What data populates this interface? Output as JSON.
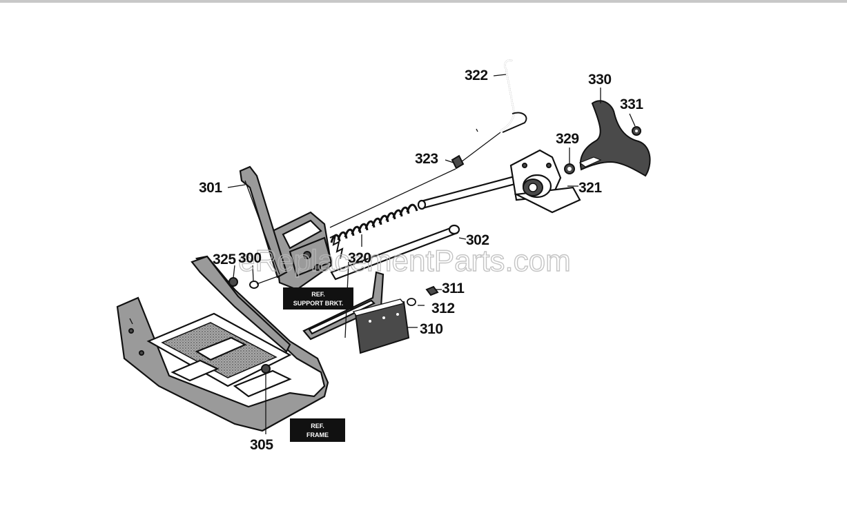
{
  "labels": {
    "p300": "300",
    "p301": "301",
    "p302": "302",
    "p305": "305",
    "p310": "310",
    "p311": "311",
    "p312": "312",
    "p320": "320",
    "p321": "321",
    "p322": "322",
    "p323": "323",
    "p325": "325",
    "p329": "329",
    "p330": "330",
    "p331": "331"
  },
  "tags": {
    "support_line1": "REF.",
    "support_line2": "SUPPORT BRKT.",
    "frame_line1": "REF.",
    "frame_line2": "FRAME"
  },
  "watermark": "eReplacementParts.com"
}
